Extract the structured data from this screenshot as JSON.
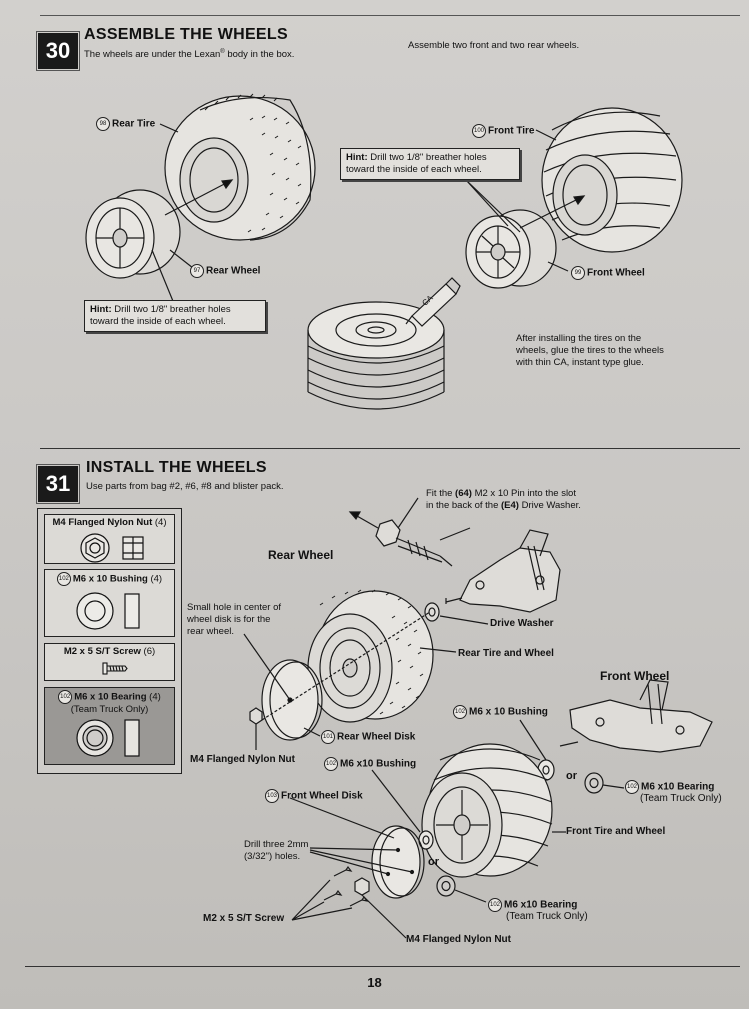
{
  "page_number": "18",
  "step30": {
    "number": "30",
    "title": "ASSEMBLE THE WHEELS",
    "subtitle_pre": "The wheels are under the Lexan",
    "subtitle_reg": "®",
    "subtitle_post": " body in the box.",
    "note": "Assemble two front and two rear wheels.",
    "rear_tire": {
      "num": "98",
      "label": "Rear Tire"
    },
    "rear_wheel": {
      "num": "97",
      "label": "Rear Wheel"
    },
    "front_tire": {
      "num": "100",
      "label": "Front Tire"
    },
    "front_wheel": {
      "num": "99",
      "label": "Front Wheel"
    },
    "hint_label": "Hint:",
    "hint_line1": " Drill two 1/8\" breather holes",
    "hint_line2": "toward the inside of each wheel.",
    "glue_bottle": "CA",
    "glue_note_1": "After installing the tires on the",
    "glue_note_2": "wheels, glue the tires to the wheels",
    "glue_note_3": "with thin CA, instant type glue."
  },
  "step31": {
    "number": "31",
    "title": "INSTALL THE WHEELS",
    "subtitle": "Use parts from bag #2, #6, #8 and blister pack.",
    "parts": [
      {
        "name": "M4 Flanged Nylon Nut",
        "qty": "(4)",
        "num": ""
      },
      {
        "name": "M6 x 10 Bushing",
        "qty": "(4)",
        "num": "102"
      },
      {
        "name": "M2 x 5 S/T Screw",
        "qty": "(6)",
        "num": ""
      },
      {
        "name": "M6 x 10 Bearing",
        "qty": "(4)",
        "num": "102",
        "note": "(Team Truck Only)"
      }
    ],
    "pin_note_1a": "Fit the ",
    "pin_note_1b": "(64)",
    "pin_note_1c": " M2 x 10 Pin into the slot",
    "pin_note_2a": "in the back of the ",
    "pin_note_2b": "(E4)",
    "pin_note_2c": " Drive Washer.",
    "rear_wheel_heading": "Rear Wheel",
    "front_wheel_heading": "Front Wheel",
    "small_hole_1": "Small hole in center of",
    "small_hole_2": "wheel disk is for the",
    "small_hole_3": "rear wheel.",
    "drive_washer": "Drive Washer",
    "rear_tire_and_wheel": "Rear Tire and Wheel",
    "m4_nut": "M4 Flanged Nylon Nut",
    "rear_wheel_disk": {
      "num": "101",
      "label": "Rear Wheel Disk"
    },
    "m6_bushing_top": {
      "num": "102",
      "label": "M6 x 10 Bushing"
    },
    "m6_bushing_mid": {
      "num": "102",
      "label": "M6 x10 Bushing"
    },
    "or": "or",
    "m6_bearing_top": {
      "num": "102",
      "label": "M6 x10 Bearing",
      "note": "(Team Truck Only)"
    },
    "front_wheel_disk": {
      "num": "103",
      "label": "Front Wheel Disk"
    },
    "front_tire_and_wheel": "Front Tire and Wheel",
    "drill_1": "Drill three 2mm",
    "drill_2": "(3/32\") holes.",
    "m6_bearing_bottom": {
      "num": "102",
      "label": "M6 x10 Bearing",
      "note": "(Team Truck Only)"
    },
    "screw_label": "M2 x 5 S/T Screw",
    "m4_nut_bottom": "M4 Flanged Nylon Nut"
  }
}
